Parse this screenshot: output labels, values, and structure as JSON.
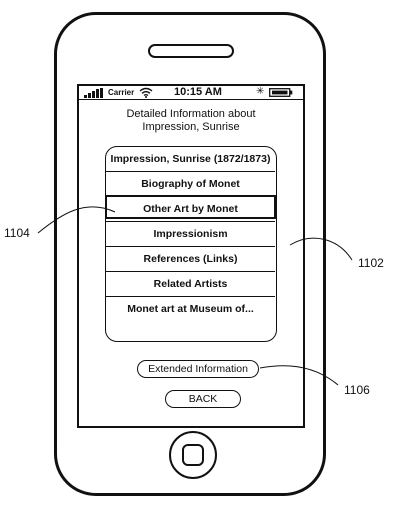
{
  "status_bar": {
    "carrier": "Carrier",
    "time": "10:15 AM",
    "bluetooth_glyph": "✳"
  },
  "heading": {
    "line1": "Detailed Information about",
    "line2": "Impression, Sunrise"
  },
  "menu": {
    "items": [
      {
        "label": "Impression, Sunrise (1872/1873)"
      },
      {
        "label": "Biography of Monet"
      },
      {
        "label": "Other Art by Monet"
      },
      {
        "label": "Impressionism"
      },
      {
        "label": "References (Links)"
      },
      {
        "label": "Related Artists"
      },
      {
        "label": "Monet art at Museum of..."
      }
    ],
    "selected_index": 2
  },
  "buttons": {
    "extended_information": "Extended Information",
    "back": "BACK"
  },
  "reference_numerals": {
    "menu_item": "1104",
    "menu_list": "1102",
    "extended_button": "1106"
  },
  "icons": [
    "signal-bars-icon",
    "wifi-icon",
    "bluetooth-icon",
    "battery-icon"
  ]
}
